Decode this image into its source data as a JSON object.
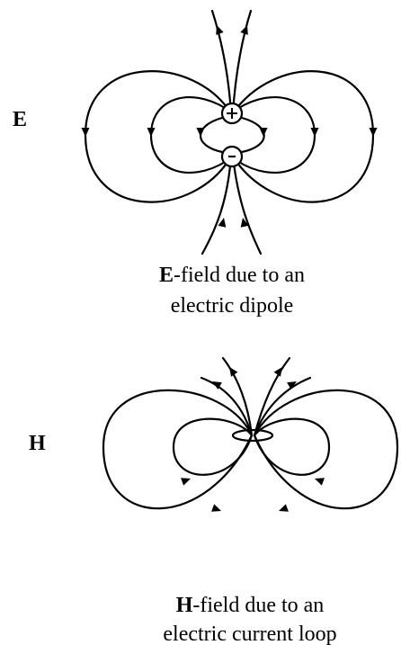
{
  "e_panel": {
    "label": "E",
    "positive_charge": "+",
    "negative_charge": "-",
    "caption": {
      "bold": "E",
      "line1_rest": "-field due to an",
      "line2": "electric dipole"
    }
  },
  "h_panel": {
    "label": "H",
    "caption": {
      "bold": "H",
      "line1_rest": "-field due to an",
      "line2": "electric current loop"
    }
  },
  "colors": {
    "ink": "#000000",
    "background": "#ffffff"
  }
}
